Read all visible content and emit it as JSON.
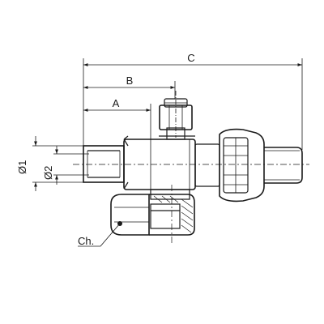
{
  "dimensions": {
    "a": "A",
    "b": "B",
    "c": "C",
    "phi1": "Ø1",
    "phi2": "Ø2"
  },
  "callouts": {
    "hex": "Ch."
  }
}
